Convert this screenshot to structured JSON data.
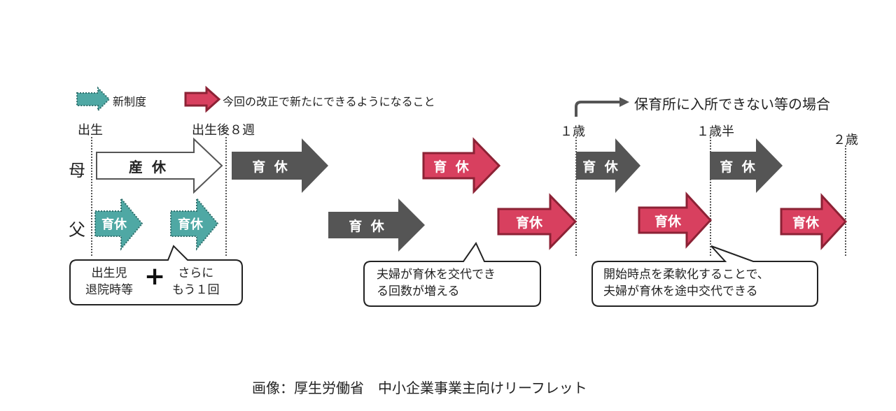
{
  "legend": {
    "new_system_label": "新制度",
    "revision_label": "今回の改正で新たにできるようになること"
  },
  "rows": {
    "mother": "母",
    "father": "父"
  },
  "timeline": {
    "birth": "出生",
    "birth_8weeks": "出生後８週",
    "age_1": "１歳",
    "age_1_5": "１歳半",
    "age_2": "２歳"
  },
  "nursery_note": "保育所に入所できない等の場合",
  "leaves": {
    "maternity": "産 休",
    "childcare": "育 休",
    "childcare_compact": "育休"
  },
  "callouts": {
    "discharge": "出生児\n退院時等",
    "plus": "+",
    "one_more": "さらに\nもう１回",
    "swap_times": "夫婦が育休を交代でき\nる回数が増える",
    "flexible_start": "開始時点を柔軟化することで、\n夫婦が育休を途中交代できる"
  },
  "caption": "画像：厚生労働省　中小企業事業主向けリーフレット",
  "colors": {
    "teal": "#4fa8a4",
    "pink": "#d8405f",
    "pink_border": "#8c2235",
    "gray": "#555555"
  }
}
